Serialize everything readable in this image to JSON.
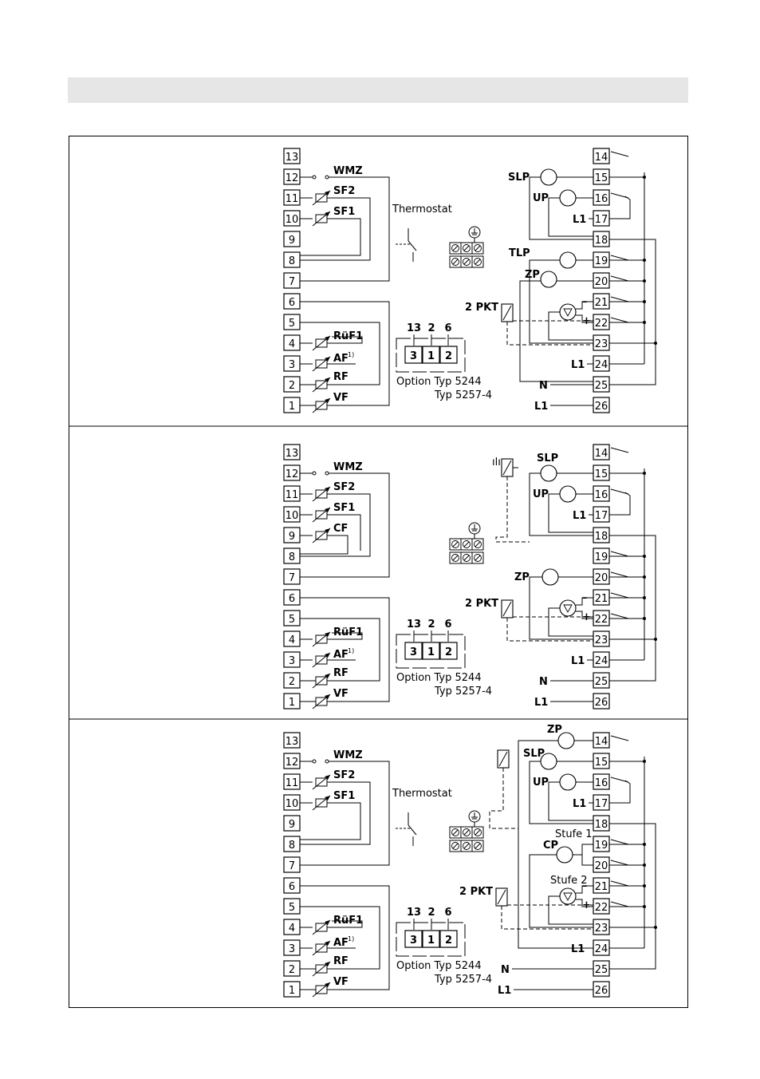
{
  "colors": {
    "header_bar": "#e6e6e6",
    "line": "#000000"
  },
  "labels": {
    "wmz": "WMZ",
    "sf2": "SF2",
    "sf1": "SF1",
    "cf": "CF",
    "ruf1": "RüF1",
    "af": "AF",
    "af_note": "1)",
    "rf": "RF",
    "vf": "VF",
    "thermostat": "Thermostat",
    "slp": "SLP",
    "up": "UP",
    "zp": "ZP",
    "cp": "CP",
    "tlp": "TLP",
    "l1": "L1",
    "n": "N",
    "two_pkt": "2 PKT",
    "stufe1": "Stufe 1",
    "stufe2": "Stufe 2",
    "option": "Option Typ 5244",
    "typ": "Typ 5257-4",
    "pin13": "13",
    "pin2": "2",
    "pin6": "6",
    "box3": "3",
    "box1": "1",
    "box2": "2",
    "minus": "–",
    "plus": "+"
  },
  "left_terminals": [
    "13",
    "12",
    "11",
    "10",
    "9",
    "8",
    "7",
    "6",
    "5",
    "4",
    "3",
    "2",
    "1"
  ],
  "right_terminals": [
    "14",
    "15",
    "16",
    "17",
    "18",
    "19",
    "20",
    "21",
    "22",
    "23",
    "24",
    "25",
    "26"
  ],
  "panels": [
    {
      "id": "panel-1",
      "variant": "thermostat"
    },
    {
      "id": "panel-2",
      "variant": "cf"
    },
    {
      "id": "panel-3",
      "variant": "thermostat"
    }
  ]
}
